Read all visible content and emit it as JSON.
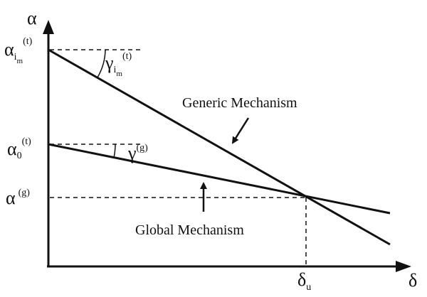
{
  "axes": {
    "y_label": "α",
    "x_label": "δ"
  },
  "labels": {
    "alpha_im": {
      "base": "α",
      "sub": "i",
      "subsub": "m",
      "sup": "(t)"
    },
    "gamma_im": {
      "base": "γ",
      "sub": "i",
      "subsub": "m",
      "sup": "(t)"
    },
    "alpha_0": {
      "base": "α",
      "sub": "0",
      "sup": "(t)"
    },
    "gamma_g": {
      "base": "γ",
      "sup": "(g)"
    },
    "alpha_g": {
      "base": "α",
      "sup": "(g)"
    },
    "delta_u": {
      "base": "δ",
      "sub": "u"
    },
    "generic_mechanism": "Generic Mechanism",
    "global_mechanism": "Global Mechanism"
  },
  "colors": {
    "ink": "#111111",
    "background": "#ffffff"
  }
}
